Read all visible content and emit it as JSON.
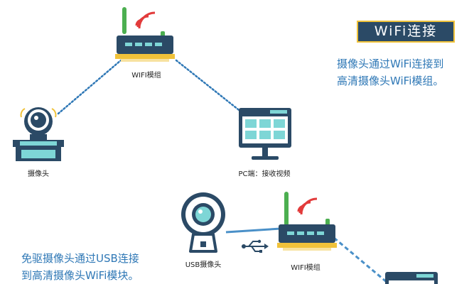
{
  "title": "WiFi连接",
  "top_description": {
    "line1": "摄像头通过WiFi连接到",
    "line2": "高清摄像头WiFi模组。"
  },
  "bottom_description": {
    "line1": "免驱摄像头通过USB连接",
    "line2": "到高清摄像头WiFi模块。"
  },
  "labels": {
    "wifi_module_top": "WIFI模组",
    "camera": "摄像头",
    "pc": "PC端：接收视频",
    "usb_camera": "USB摄像头",
    "wifi_module_bottom": "WIFI模组"
  },
  "icons": [
    "router-icon",
    "wifi-signal-icon",
    "webcam-icon",
    "monitor-icon",
    "usb-symbol-icon"
  ],
  "colors": {
    "dark_navy": "#2b4a66",
    "teal": "#7ed6d6",
    "gold": "#f0c23a",
    "red_signal": "#e23b3b",
    "green_antenna": "#4caf50",
    "link_blue": "#2f78b6",
    "usb_cable": "#4a90c8"
  }
}
